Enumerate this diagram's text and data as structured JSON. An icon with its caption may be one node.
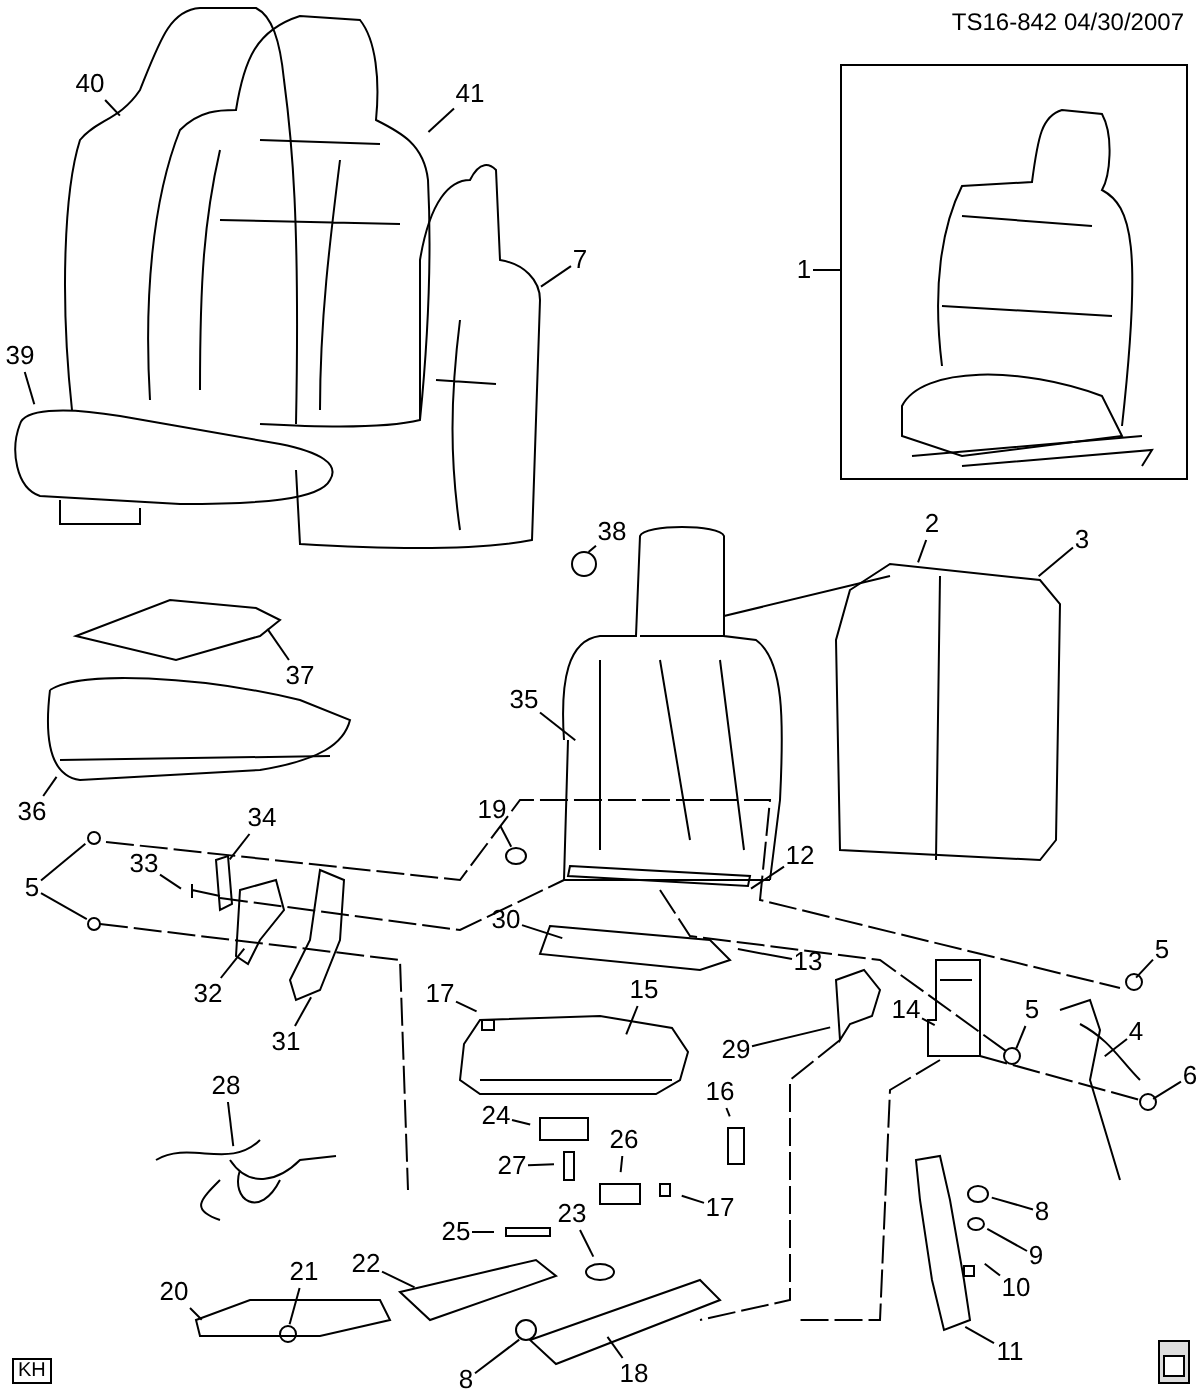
{
  "diagram": {
    "nodes": [
      {
        "text": [
          "40"
        ]
      },
      {
        "text": [
          "41"
        ]
      },
      {
        "text": [
          "7"
        ]
      },
      {
        "text": [
          "1"
        ]
      },
      {
        "text": [],
        "shape": "picture"
      },
      {
        "text": [
          "39"
        ]
      },
      {
        "text": [
          "38"
        ]
      },
      {
        "text": [
          "2"
        ]
      },
      {
        "text": [
          "3"
        ]
      },
      {
        "text": [
          "37"
        ]
      },
      {
        "text": [
          "35"
        ]
      },
      {
        "text": [
          "36"
        ]
      },
      {
        "text": [
          "5"
        ]
      },
      {
        "text": [
          "34"
        ]
      },
      {
        "text": [
          "33"
        ]
      },
      {
        "text": [
          "19"
        ]
      },
      {
        "text": [
          "12"
        ]
      },
      {
        "text": [
          "30"
        ]
      },
      {
        "text": [
          "13"
        ]
      },
      {
        "text": [
          "32"
        ]
      },
      {
        "text": [
          "31"
        ]
      },
      {
        "text": [
          "17"
        ]
      },
      {
        "text": [
          "15"
        ]
      },
      {
        "text": [
          "5"
        ]
      },
      {
        "text": [
          "5"
        ]
      },
      {
        "text": [
          "4"
        ]
      },
      {
        "text": [
          "6"
        ]
      },
      {
        "text": [
          "14"
        ]
      },
      {
        "text": [
          "29"
        ]
      },
      {
        "text": [
          "28"
        ]
      },
      {
        "text": [
          "16"
        ]
      },
      {
        "text": [
          "24"
        ]
      },
      {
        "text": [
          "26"
        ]
      },
      {
        "text": [
          "17"
        ]
      },
      {
        "text": [
          "27"
        ]
      },
      {
        "text": [
          "25"
        ]
      },
      {
        "text": [
          "23"
        ]
      },
      {
        "text": [
          "22"
        ]
      },
      {
        "text": [
          "21"
        ]
      },
      {
        "text": [
          "20"
        ]
      },
      {
        "text": [
          "8"
        ]
      },
      {
        "text": [
          "18"
        ]
      },
      {
        "text": [
          "8"
        ]
      },
      {
        "text": [
          "9"
        ]
      },
      {
        "text": [
          "10"
        ]
      },
      {
        "text": [
          "11"
        ]
      }
    ],
    "edges": [
      {
        "from": 0,
        "to": null,
        "arrow": "none"
      },
      {
        "from": 1,
        "to": null,
        "arrow": "none"
      },
      {
        "from": 2,
        "to": null,
        "arrow": "none"
      },
      {
        "from": 3,
        "to": 4,
        "arrow": "none"
      },
      {
        "from": 5,
        "to": null,
        "arrow": "none"
      },
      {
        "from": 6,
        "to": null,
        "arrow": "none"
      },
      {
        "from": 7,
        "to": null,
        "arrow": "none"
      },
      {
        "from": 8,
        "to": null,
        "arrow": "none"
      },
      {
        "from": 9,
        "to": null,
        "arrow": "none"
      },
      {
        "from": 10,
        "to": null,
        "arrow": "none"
      },
      {
        "from": 11,
        "to": null,
        "arrow": "none"
      },
      {
        "from": 12,
        "to": null,
        "arrow": "none"
      },
      {
        "from": 12,
        "to": null,
        "arrow": "none"
      },
      {
        "from": 13,
        "to": null,
        "arrow": "none"
      },
      {
        "from": 14,
        "to": null,
        "arrow": "none"
      },
      {
        "from": 15,
        "to": null,
        "arrow": "none"
      },
      {
        "from": 16,
        "to": null,
        "arrow": "none"
      },
      {
        "from": 17,
        "to": null,
        "arrow": "none"
      },
      {
        "from": 18,
        "to": null,
        "arrow": "none"
      },
      {
        "from": 19,
        "to": null,
        "arrow": "none"
      },
      {
        "from": 20,
        "to": null,
        "arrow": "none"
      },
      {
        "from": 21,
        "to": null,
        "arrow": "none"
      },
      {
        "from": 22,
        "to": null,
        "arrow": "none"
      },
      {
        "from": 23,
        "to": null,
        "arrow": "none"
      },
      {
        "from": 24,
        "to": null,
        "arrow": "none"
      },
      {
        "from": 25,
        "to": null,
        "arrow": "none"
      },
      {
        "from": 26,
        "to": null,
        "arrow": "none"
      },
      {
        "from": 27,
        "to": null,
        "arrow": "none"
      },
      {
        "from": 28,
        "to": null,
        "arrow": "none"
      },
      {
        "from": 29,
        "to": null,
        "arrow": "none"
      },
      {
        "from": 30,
        "to": null,
        "arrow": "none"
      },
      {
        "from": 31,
        "to": null,
        "arrow": "none"
      },
      {
        "from": 32,
        "to": null,
        "arrow": "none"
      },
      {
        "from": 33,
        "to": null,
        "arrow": "none"
      },
      {
        "from": 34,
        "to": null,
        "arrow": "none"
      },
      {
        "from": 35,
        "to": null,
        "arrow": "none"
      },
      {
        "from": 36,
        "to": null,
        "arrow": "none"
      },
      {
        "from": 37,
        "to": null,
        "arrow": "none"
      },
      {
        "from": 38,
        "to": null,
        "arrow": "none"
      },
      {
        "from": 39,
        "to": null,
        "arrow": "none"
      },
      {
        "from": 40,
        "to": null,
        "arrow": "none"
      },
      {
        "from": 41,
        "to": null,
        "arrow": "none"
      },
      {
        "from": 42,
        "to": null,
        "arrow": "none"
      },
      {
        "from": 43,
        "to": null,
        "arrow": "none"
      },
      {
        "from": 44,
        "to": null,
        "arrow": "none"
      },
      {
        "from": 45,
        "to": null,
        "arrow": "none"
      }
    ],
    "labels": [
      "TS16-842 04/30/2007",
      "KH"
    ]
  }
}
